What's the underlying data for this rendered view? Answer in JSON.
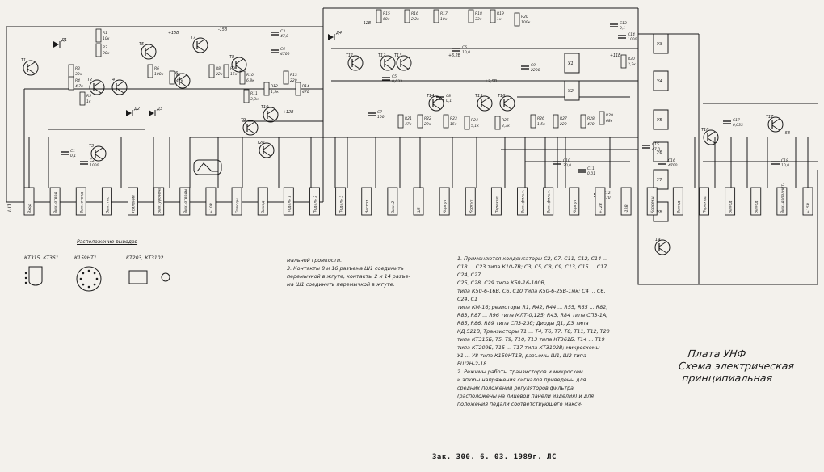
{
  "title": {
    "line1": "Плата УНФ",
    "line2": "Схема электрическая",
    "line3": "принципиальная"
  },
  "stamp": "Зак. 300. 6. 03. 1989г. ЛС",
  "pinout": {
    "title": "Расположение выводов",
    "labels": [
      "КТ315, КТ361",
      "К159НТ1",
      "КТ203, КТ3102"
    ]
  },
  "notes_left": [
    "мальной громкости.",
    "3. Контакты 8 и 16 разъема Ш1 соединить",
    "перемычкой в жгуте, контакты 2 и 14 разъе-",
    "ма Ш1 соединить перемычкой в жгуте."
  ],
  "notes_right": [
    "1. Применяются конденсаторы С2, С7, С11, С12, С14 ...",
    "С18 ... С23 типа К10-7В; С3, С5, С8, С9, С13, С15 ... С17, С24, С27,",
    "С25, С28, С29 типа К50-16-100В,",
    "типа К50-6-16В, С6, С10 типа К50-6-25В-1мк; С4 ... С6, С24, С1",
    "типа КМ-16; резисторы R1, R42, R44 ... R55, R65 ... R82,",
    "R83, R87 ... R96 типа МЛТ-0,125; R43, R84 типа СП3-1А,",
    "R85, R86, R89 типа СП3-23б; Диоды Д1, Д3 типа",
    "КД 521В; Транзисторы Т1 ... Т4, Т6, Т7, Т8, Т11, Т12, Т20",
    "типа КТ315Б, Т5, Т9, Т10, Т13 типа КТ361Б, Т14 ... Т19",
    "типа КТ209Б, Т15 ... Т17 типа КТ3102В; микросхемы",
    "У1 ... У8 типа К159НТ1В; разъемы Ш1, Ш2 типа",
    "РШ2Н-2-18.",
    "2. Режимы работы транзисторов и микросхем",
    "и эпюры напряжения сигналов приведены для",
    "средних положений регуляторов фильтра",
    "(расположены на лицевой панели изделия) и для",
    "положения педали соответствующего макси-"
  ],
  "connectors": {
    "shield_label": "Ш1",
    "labels": [
      "Вход",
      "Вых. отвод",
      "Вых. отвод",
      "Вых. тест",
      "Усиление",
      "Вых. уровень",
      "Вых. отводы",
      "+10В",
      "Отводы",
      "Выход",
      "Педаль 1",
      "Педаль 2",
      "Педаль 3",
      "Частот",
      "Вых. 2",
      "Ш2",
      "Корпус",
      "Корпус",
      "Переход",
      "Вых. фильт.",
      "Вых. фильт.",
      "Корпус",
      "+12В",
      "-12В",
      "Коррекц.",
      "Выход",
      "Переход",
      "Выход",
      "Выход",
      "Вых. дополнит.",
      "+15В"
    ]
  },
  "parts": {
    "transistors": [
      "Т1",
      "Т2",
      "Т3",
      "Т4",
      "Т5",
      "Т6",
      "Т7",
      "Т8",
      "Т9",
      "Т10",
      "Т11",
      "Т12",
      "Т13",
      "Т14",
      "Т15",
      "Т16",
      "Т17",
      "Т18",
      "Т19",
      "Т20"
    ],
    "ics": [
      "У1",
      "У2",
      "У3",
      "У4",
      "У5",
      "У6",
      "У7",
      "У8"
    ],
    "diodes": [
      "Д1",
      "Д2",
      "Д3",
      "Д4"
    ],
    "rails": [
      "+15В",
      "-15В",
      "+12В",
      "-12В",
      "+6,2В",
      "+2,5В",
      "+11В",
      "-5В"
    ],
    "resistor_refs": [
      "R1",
      "R2",
      "R3",
      "R4",
      "R5",
      "R6",
      "R7",
      "R8",
      "R9",
      "R10",
      "R11",
      "R12",
      "R13",
      "R14",
      "R15",
      "R16",
      "R17",
      "R18",
      "R19",
      "R20",
      "R21",
      "R22",
      "R23",
      "R24",
      "R25",
      "R26",
      "R27",
      "R28",
      "R29",
      "R30"
    ],
    "resistor_vals": [
      "10к",
      "20к",
      "33к",
      "4,7к",
      "1к",
      "100к",
      "47к",
      "22к",
      "15к",
      "6,8к",
      "3,3к",
      "1,5к",
      "220",
      "470",
      "68к",
      "2,2к",
      "10к",
      "33к",
      "1к",
      "100к",
      "47к",
      "22к",
      "15к",
      "5,1к",
      "3,3к",
      "1,5к",
      "220",
      "470",
      "68к",
      "2,2к"
    ],
    "capacitor_refs": [
      "С1",
      "С2",
      "С3",
      "С4",
      "С5",
      "С6",
      "С7",
      "С8",
      "С9",
      "С10",
      "С11",
      "С12",
      "С13",
      "С14",
      "С15",
      "С16",
      "С17",
      "С18"
    ],
    "capacitor_vals": [
      "0,1",
      "1000",
      "47,0",
      "4700",
      "0,033",
      "10,0",
      "100",
      "0,1",
      "2200",
      "20,0",
      "0,01",
      "470",
      "0,1",
      "1000",
      "47,0",
      "4700",
      "0,033",
      "10,0"
    ]
  }
}
